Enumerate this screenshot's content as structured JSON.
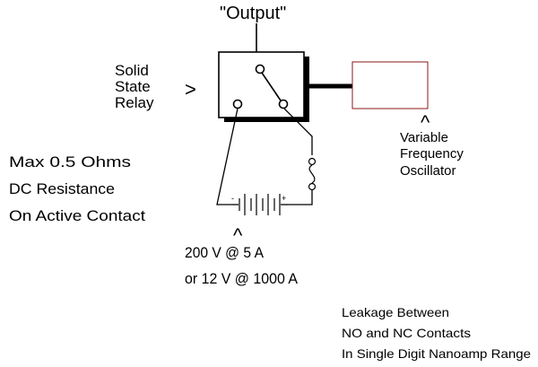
{
  "labels": {
    "output": "\"Output\"",
    "relay_line1": "Solid",
    "relay_line2": "State",
    "relay_line3": "Relay",
    "relay_arrow": ">",
    "osc_caret": "^",
    "osc_line1": "Variable",
    "osc_line2": "Frequency",
    "osc_line3": "Oscillator",
    "resist_line1": "Max 0.5 Ohms",
    "resist_line2": "DC Resistance",
    "resist_line3": "On Active Contact",
    "battery_minus": "-",
    "battery_plus": "+",
    "battery_caret": "^",
    "supply_line1": "200 V @ 5 A",
    "supply_line2": "or 12 V @ 1000 A",
    "leak_line1": "Leakage Between",
    "leak_line2": "NO and NC Contacts",
    "leak_line3": "In Single Digit Nanoamp Range"
  },
  "colors": {
    "ink": "#000000",
    "oscillator_border": "#8b1a1a",
    "shadow": "#000000"
  }
}
